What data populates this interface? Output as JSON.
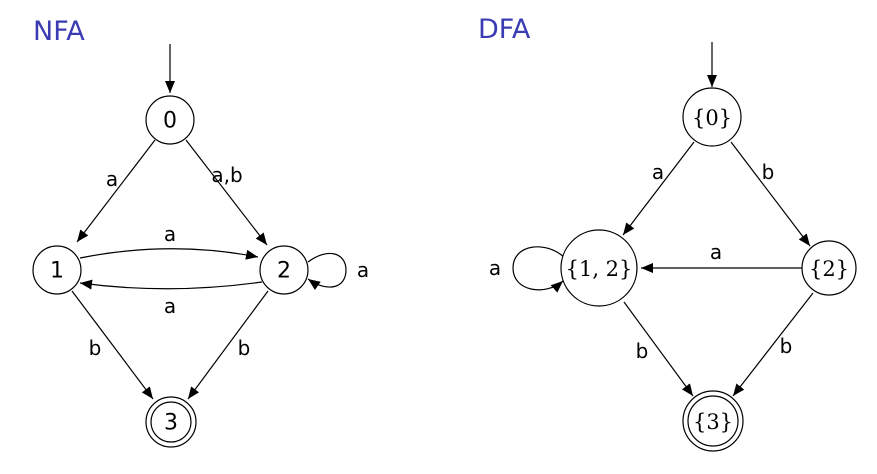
{
  "nfa": {
    "title": "NFA",
    "states": [
      "0",
      "1",
      "2",
      "3"
    ],
    "start_state": "0",
    "accepting_states": [
      "3"
    ],
    "transitions": [
      {
        "from": "0",
        "to": "1",
        "label": "a"
      },
      {
        "from": "0",
        "to": "2",
        "label": "a,b"
      },
      {
        "from": "1",
        "to": "2",
        "label": "a"
      },
      {
        "from": "2",
        "to": "1",
        "label": "a"
      },
      {
        "from": "2",
        "to": "2",
        "label": "a"
      },
      {
        "from": "1",
        "to": "3",
        "label": "b"
      },
      {
        "from": "2",
        "to": "3",
        "label": "b"
      }
    ]
  },
  "dfa": {
    "title": "DFA",
    "states": [
      "{0}",
      "{1, 2}",
      "{2}",
      "{3}"
    ],
    "start_state": "{0}",
    "accepting_states": [
      "{3}"
    ],
    "transitions": [
      {
        "from": "{0}",
        "to": "{1, 2}",
        "label": "a"
      },
      {
        "from": "{0}",
        "to": "{2}",
        "label": "b"
      },
      {
        "from": "{2}",
        "to": "{1, 2}",
        "label": "a"
      },
      {
        "from": "{1, 2}",
        "to": "{1, 2}",
        "label": "a"
      },
      {
        "from": "{1, 2}",
        "to": "{3}",
        "label": "b"
      },
      {
        "from": "{2}",
        "to": "{3}",
        "label": "b"
      }
    ]
  }
}
